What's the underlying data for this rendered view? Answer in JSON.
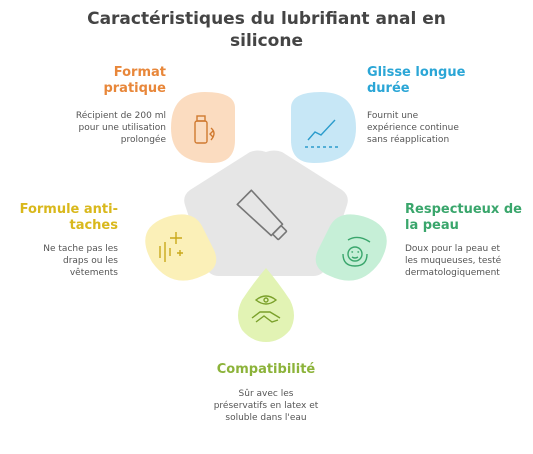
{
  "title": [
    "Caractéristiques du lubrifiant anal en",
    "silicone"
  ],
  "colors": {
    "orange": "#e8873a",
    "blue": "#2ba6d6",
    "green": "#3aa66c",
    "lime": "#8cb33a",
    "yellow": "#d9b81c",
    "center": "#e6e6e6"
  },
  "items": {
    "format": {
      "label": [
        "Format",
        "pratique"
      ],
      "desc": [
        "Récipient de 200 ml",
        "pour une utilisation",
        "prolongée"
      ],
      "icon": "bottle-icon"
    },
    "glisse": {
      "label": [
        "Glisse longue",
        "durée"
      ],
      "desc": [
        "Fournit une",
        "expérience continue",
        "sans réapplication"
      ],
      "icon": "trend-line-icon"
    },
    "peau": {
      "label": [
        "Respectueux de",
        "la peau"
      ],
      "desc": [
        "Doux pour la peau et",
        "les muqueuses, testé",
        "dermatologiquement"
      ],
      "icon": "gentle-care-icon"
    },
    "compat": {
      "label": [
        "Compatibilité"
      ],
      "desc": [
        "Sûr avec les",
        "préservatifs en latex et",
        "soluble dans l'eau"
      ],
      "icon": "handshake-eye-icon"
    },
    "taches": {
      "label": [
        "Formule anti-",
        "taches"
      ],
      "desc": [
        "Ne tache pas les",
        "draps ou les",
        "vêtements"
      ],
      "icon": "sparkle-icon"
    }
  },
  "center_icon": "tube-icon"
}
